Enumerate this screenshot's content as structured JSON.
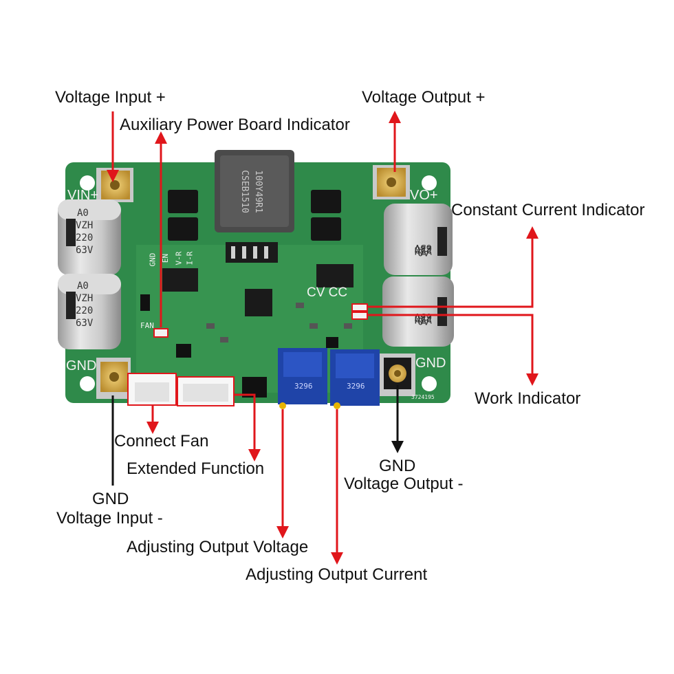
{
  "labels": {
    "voltage_input_plus": "Voltage Input +",
    "aux_power_indicator": "Auxiliary Power Board Indicator",
    "voltage_output_plus": "Voltage Output +",
    "constant_current_indicator": "Constant Current Indicator",
    "work_indicator": "Work Indicator",
    "connect_fan": "Connect Fan",
    "extended_function": "Extended Function",
    "gnd_output": "GND",
    "voltage_output_minus": "Voltage Output -",
    "gnd_input": "GND",
    "voltage_input_minus": "Voltage Input -",
    "adjusting_output_voltage": "Adjusting Output Voltage",
    "adjusting_output_current": "Adjusting Output Current"
  },
  "board": {
    "vin_plus": "VIN+",
    "vo_plus": "VO+",
    "gnd_left": "GND",
    "gnd_right": "GND",
    "cv_cc": "CV CC",
    "fan": "FAN",
    "header_gnd": "GND",
    "header_en": "EN",
    "header_vr": "V-R",
    "header_ir": "I-R",
    "inductor_line1": "CSEB1510",
    "inductor_line2": "100Y49R1",
    "cap_lines": [
      "A0",
      "VZH",
      "220",
      "63V"
    ],
    "pot_text": "3296",
    "serial": "3724195"
  },
  "colors": {
    "pcb": "#2f8a4a",
    "arrow_red": "#e0161b",
    "arrow_black": "#111111"
  }
}
